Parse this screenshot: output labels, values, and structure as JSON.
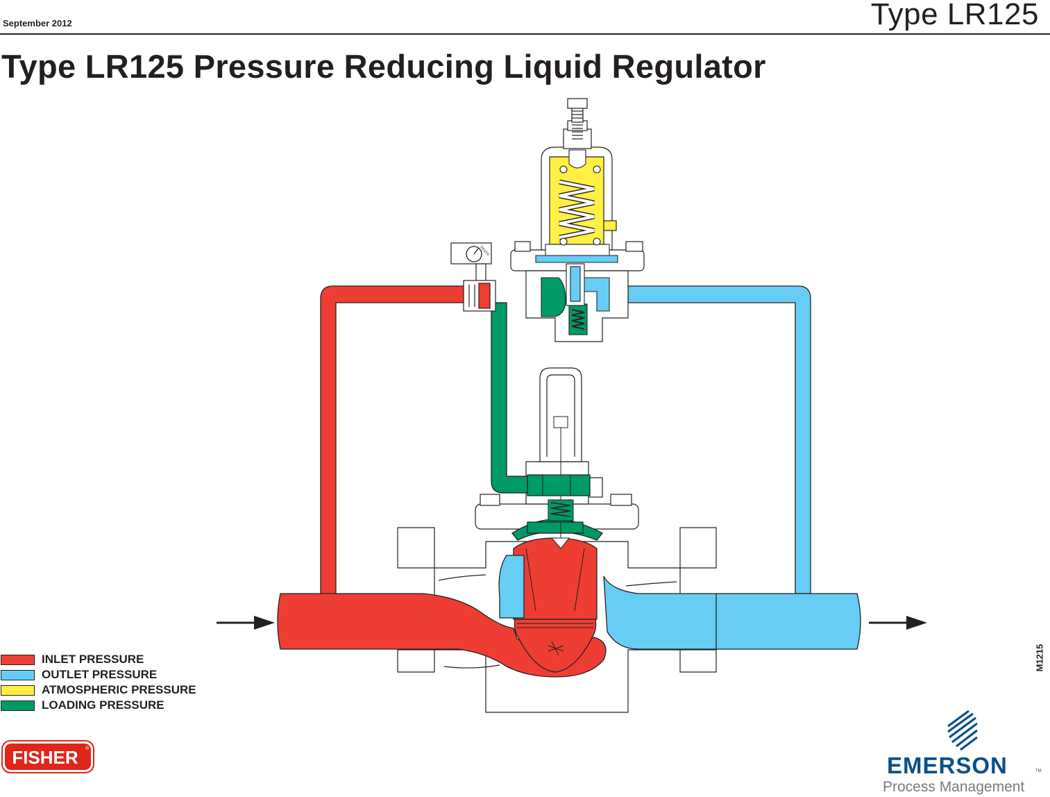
{
  "header": {
    "date": "September 2012",
    "product": "Type LR125"
  },
  "title": "Type LR125 Pressure Reducing Liquid Regulator",
  "figure_id": "M1215",
  "legend": [
    {
      "label": "INLET PRESSURE",
      "color": "#ee3e33"
    },
    {
      "label": "OUTLET PRESSURE",
      "color": "#67cdf5"
    },
    {
      "label": "ATMOSPHERIC PRESSURE",
      "color": "#fff043"
    },
    {
      "label": "LOADING PRESSURE",
      "color": "#009a66"
    }
  ],
  "colors": {
    "inlet": "#ee3e33",
    "outlet": "#67cdf5",
    "atmospheric": "#fff043",
    "loading": "#009a66",
    "body": "#ffffff",
    "outline": "#231f20",
    "fisher_red": "#e1251b",
    "emerson_blue": "#0b4f8a"
  },
  "pilot_dial_text": "RESTR",
  "logos": {
    "fisher": "FISHER",
    "emerson": "EMERSON",
    "emerson_tm": "TM",
    "emerson_sub": "Process Management"
  }
}
